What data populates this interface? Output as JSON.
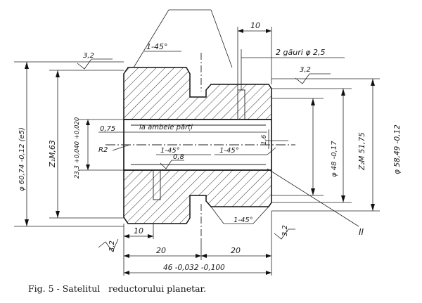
{
  "caption": "Fig. 5 - Satelitul   reductorului planetar.",
  "labels": {
    "chamfer_top": "1-45°",
    "dim_top_10": "10",
    "holes": "2 găuri φ 2,5",
    "rough_left": "3,2",
    "rough_right": "3,2",
    "rough_bottom_left": "3,2",
    "rough_bottom_right": "3,2",
    "dia_outer_left": "φ 60,74 -0,12 (e5)",
    "z_m_left": "Z₁M,63",
    "bore_dia": "23,3 +0,040 +0,020",
    "groove_depth": "0,75",
    "both_sides": "la ambele părți",
    "radius": "R2",
    "chamfer_mid_left": "1-45°",
    "chamfer_mid_right": "1-45°",
    "rough_bore": "0,8",
    "dim_1_6": "1,6",
    "dia_48": "φ 48 -0,17",
    "z_m_right": "Z₂M 51,75",
    "dia_58": "φ 58,49 -0,12",
    "detail_ref": "II",
    "chamfer_bottom": "1-45°",
    "dim_bottom_10": "10",
    "dim_20_left": "20",
    "dim_20_right": "20",
    "dim_46": "46 -0,032 -0,100"
  }
}
